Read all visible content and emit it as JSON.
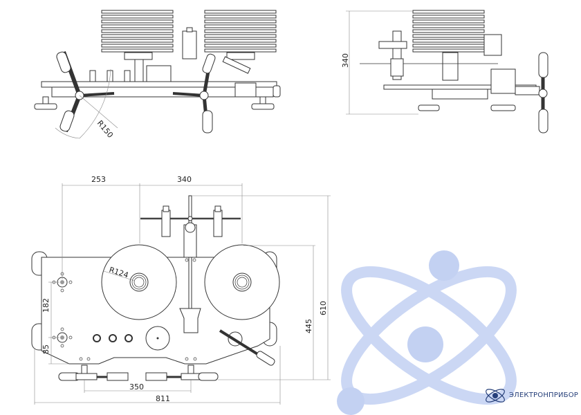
{
  "drawing": {
    "front_view": {
      "arc_radius_label": "R150"
    },
    "side_view": {
      "height_label": "340"
    },
    "top_view": {
      "dim_left_offset": "253",
      "dim_reel_spacing": "340",
      "reel_radius_label": "R124",
      "dim_knob_spacing": "182",
      "dim_knob_bottom": "85",
      "dim_handle_spacing": "350",
      "dim_total_width": "811",
      "dim_depth_body": "445",
      "dim_depth_total": "610"
    }
  },
  "watermark": {
    "brand": "ЭЛЕКТРОНПРИБОР",
    "color": "#b9c9f0"
  }
}
